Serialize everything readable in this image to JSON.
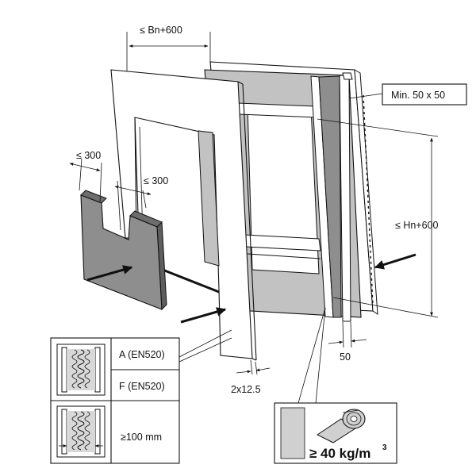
{
  "labels": {
    "opening_width": "≤ Bn+600",
    "min_section": "Min. 50 x 50",
    "offset_left": "≤ 300",
    "offset_right": "≤ 300",
    "opening_height": "≤ Hn+600",
    "board_thickness": "2x12.5",
    "frame_width": "50",
    "density_value": "≥ 40 kg/m",
    "density_exponent": "3"
  },
  "legend": {
    "top_rows": [
      "A (EN520)",
      "F (EN520)"
    ],
    "bottom_row": "≥100 mm"
  },
  "colors": {
    "gray_fill": "#8e8e8e",
    "light_gray": "#d0d0d0",
    "panel_gray": "#bdbdbd",
    "ink": "#111111"
  },
  "icons": [
    "insulation-roll-icon",
    "wall-section-icon",
    "wall-section-wide-icon"
  ]
}
